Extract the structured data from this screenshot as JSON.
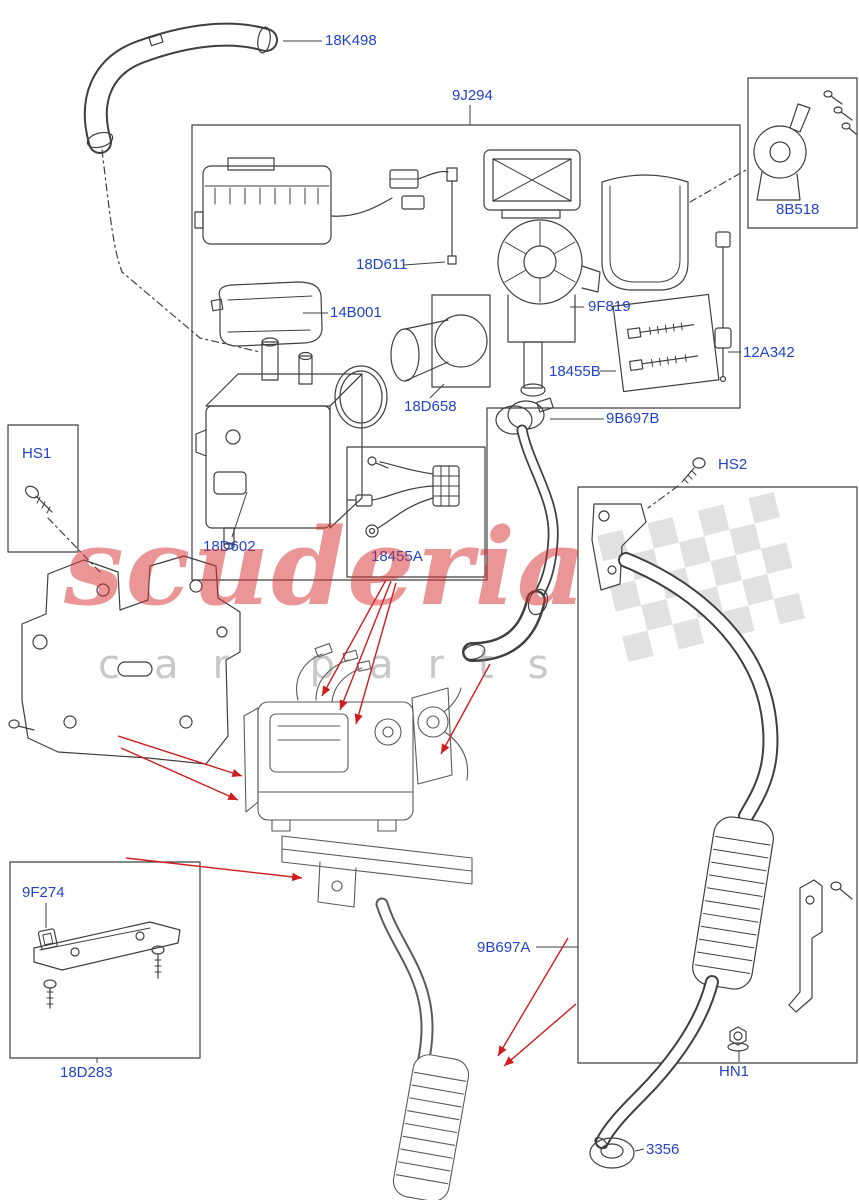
{
  "page": {
    "background": "#ffffff",
    "type": "exploded-parts-diagram"
  },
  "colors": {
    "part_label": "#2343c8",
    "leader_line": "#3f3f3f",
    "callout_red": "#cf1d1d",
    "watermark_red": "#d62e2e",
    "watermark_gray": "#7d7d7d"
  },
  "watermark": {
    "brand": "scuderia",
    "sub": "car parts"
  },
  "labels": [
    {
      "id": "18K498",
      "text": "18K498"
    },
    {
      "id": "9J294",
      "text": "9J294"
    },
    {
      "id": "8B518",
      "text": "8B518"
    },
    {
      "id": "18D611",
      "text": "18D611"
    },
    {
      "id": "14B001",
      "text": "14B001"
    },
    {
      "id": "9F819",
      "text": "9F819"
    },
    {
      "id": "18455B",
      "text": "18455B"
    },
    {
      "id": "12A342",
      "text": "12A342"
    },
    {
      "id": "18D658",
      "text": "18D658"
    },
    {
      "id": "9B697B",
      "text": "9B697B"
    },
    {
      "id": "HS1",
      "text": "HS1"
    },
    {
      "id": "HS2",
      "text": "HS2"
    },
    {
      "id": "18D602",
      "text": "18D602"
    },
    {
      "id": "18455A",
      "text": "18455A"
    },
    {
      "id": "9F274",
      "text": "9F274"
    },
    {
      "id": "9B697A",
      "text": "9B697A"
    },
    {
      "id": "18D283",
      "text": "18D283"
    },
    {
      "id": "HN1",
      "text": "HN1"
    },
    {
      "id": "3356",
      "text": "3356"
    }
  ]
}
